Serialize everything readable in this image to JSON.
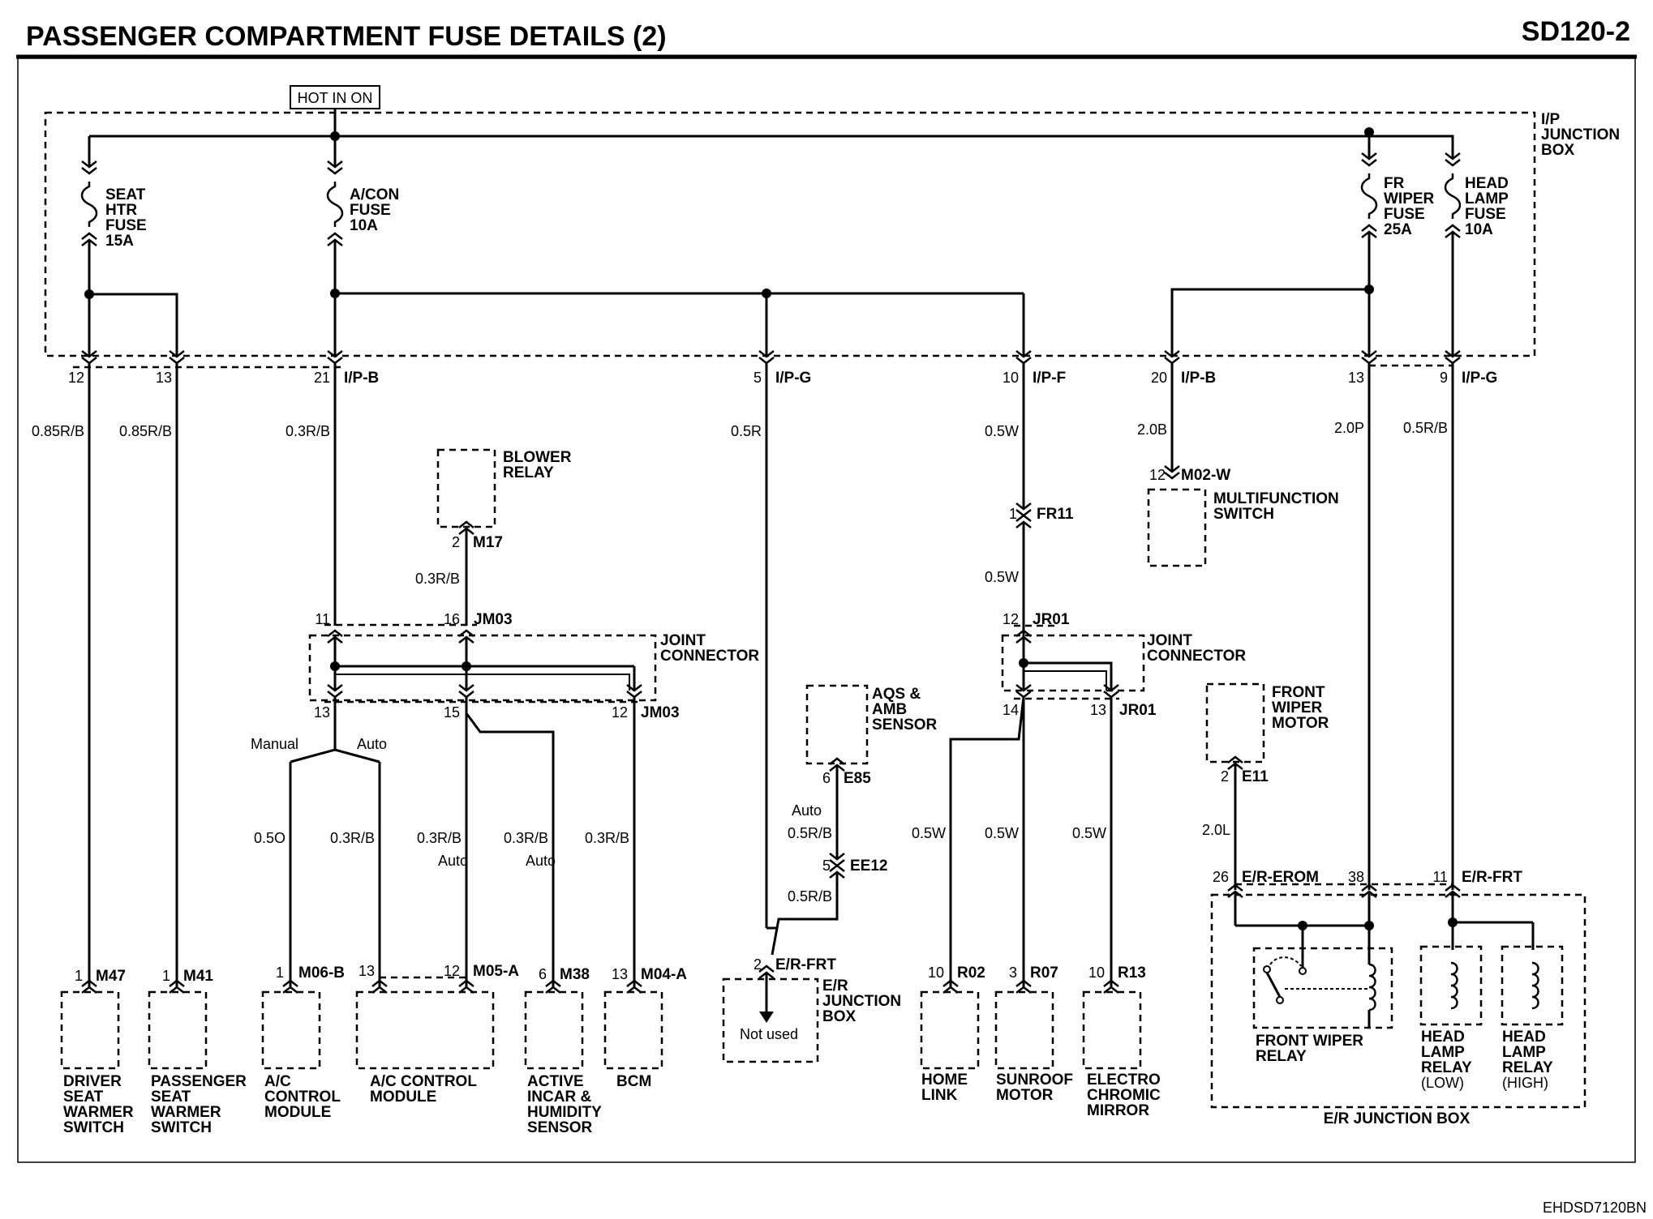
{
  "header": {
    "title": "PASSENGER COMPARTMENT FUSE DETAILS (2)",
    "code": "SD120-2"
  },
  "footer_code": "EHDSD7120BN",
  "hot_label": "HOT IN ON",
  "ip_junction_box": [
    "I/P",
    "JUNCTION",
    "BOX"
  ],
  "fuses": [
    {
      "lines": [
        "SEAT",
        "HTR",
        "FUSE",
        "15A"
      ]
    },
    {
      "lines": [
        "A/CON",
        "FUSE",
        "10A"
      ]
    },
    {
      "lines": [
        "FR",
        "WIPER",
        "FUSE",
        "25A"
      ]
    },
    {
      "lines": [
        "HEAD",
        "LAMP",
        "FUSE",
        "10A"
      ]
    }
  ],
  "ip_pins": [
    {
      "pin": "12",
      "conn": ""
    },
    {
      "pin": "13",
      "conn": ""
    },
    {
      "pin": "21",
      "conn": "I/P-B"
    },
    {
      "pin": "5",
      "conn": "I/P-G"
    },
    {
      "pin": "10",
      "conn": "I/P-F"
    },
    {
      "pin": "20",
      "conn": "I/P-B"
    },
    {
      "pin": "13",
      "conn": ""
    },
    {
      "pin": "9",
      "conn": "I/P-G"
    }
  ],
  "wires": [
    "0.85R/B",
    "0.85R/B",
    "0.3R/B",
    "0.5R",
    "0.5W",
    "2.0B",
    "2.0P",
    "0.5R/B",
    "0.3R/B",
    "0.5W",
    "0.5O",
    "0.3R/B",
    "0.3R/B",
    "0.3R/B",
    "0.3R/B",
    "0.5R/B",
    "0.5R/B",
    "0.5W",
    "0.5W",
    "0.5W",
    "2.0L"
  ],
  "notes": {
    "manual": "Manual",
    "auto": "Auto",
    "auto_a": "Auto",
    "auto_b": "Auto",
    "auto_c": "Auto",
    "not_used": "Not used"
  },
  "blower_relay": {
    "lines": [
      "BLOWER",
      "RELAY"
    ],
    "pin": "2",
    "conn": "M17"
  },
  "joint_left": {
    "lines": [
      "JOINT",
      "CONNECTOR"
    ],
    "top_pins": [
      {
        "pin": "11",
        "conn": ""
      },
      {
        "pin": "16",
        "conn": "JM03"
      }
    ],
    "bottom_pins": [
      {
        "pin": "13",
        "conn": ""
      },
      {
        "pin": "15",
        "conn": ""
      },
      {
        "pin": "12",
        "conn": "JM03"
      }
    ]
  },
  "joint_right": {
    "lines": [
      "JOINT",
      "CONNECTOR"
    ],
    "top_pin": {
      "pin": "12",
      "conn": "JR01"
    },
    "bottom_pins": [
      {
        "pin": "14",
        "conn": ""
      },
      {
        "pin": "13",
        "conn": "JR01"
      }
    ]
  },
  "multifunction": {
    "lines": [
      "MULTIFUNCTION",
      "SWITCH"
    ],
    "pin": "12",
    "conn": "M02-W"
  },
  "fr11": {
    "pin": "1",
    "conn": "FR11"
  },
  "aqs": {
    "lines": [
      "AQS &",
      "AMB",
      "SENSOR"
    ],
    "pin": "6",
    "conn": "E85"
  },
  "ee12": {
    "pin": "5",
    "conn": "EE12"
  },
  "front_wiper_motor": {
    "lines": [
      "FRONT",
      "WIPER",
      "MOTOR"
    ],
    "pin": "2",
    "conn": "E11"
  },
  "er_pins": [
    {
      "pin": "26",
      "conn": "E/R-EROM"
    },
    {
      "pin": "38",
      "conn": ""
    },
    {
      "pin": "11",
      "conn": "E/R-FRT"
    }
  ],
  "er_jbox_small": {
    "pin": "2",
    "conn": "E/R-FRT",
    "lines": [
      "E/R",
      "JUNCTION",
      "BOX"
    ]
  },
  "components": [
    {
      "pin": "1",
      "conn": "M47",
      "lines": [
        "DRIVER",
        "SEAT",
        "WARMER",
        "SWITCH"
      ]
    },
    {
      "pin": "1",
      "conn": "M41",
      "lines": [
        "PASSENGER",
        "SEAT",
        "WARMER",
        "SWITCH"
      ]
    },
    {
      "pin": "1",
      "conn": "M06-B",
      "lines": [
        "A/C",
        "CONTROL",
        "MODULE"
      ]
    },
    {
      "pin": "13",
      "conn": "",
      "lines": [
        "A/C CONTROL",
        "MODULE"
      ]
    },
    {
      "pin": "12",
      "conn": "M05-A",
      "lines": []
    },
    {
      "pin": "6",
      "conn": "M38",
      "lines": [
        "ACTIVE",
        "INCAR &",
        "HUMIDITY",
        "SENSOR"
      ]
    },
    {
      "pin": "13",
      "conn": "M04-A",
      "lines": [
        "BCM"
      ]
    },
    {
      "pin": "10",
      "conn": "R02",
      "lines": [
        "HOME",
        "LINK"
      ]
    },
    {
      "pin": "3",
      "conn": "R07",
      "lines": [
        "SUNROOF",
        "MOTOR"
      ]
    },
    {
      "pin": "10",
      "conn": "R13",
      "lines": [
        "ELECTRO",
        "CHROMIC",
        "MIRROR"
      ]
    }
  ],
  "relays": [
    {
      "lines": [
        "FRONT WIPER",
        "RELAY"
      ]
    },
    {
      "lines": [
        "HEAD",
        "LAMP",
        "RELAY",
        "(LOW)"
      ]
    },
    {
      "lines": [
        "HEAD",
        "LAMP",
        "RELAY",
        "(HIGH)"
      ]
    }
  ],
  "er_junction_box_label": "E/R JUNCTION BOX"
}
